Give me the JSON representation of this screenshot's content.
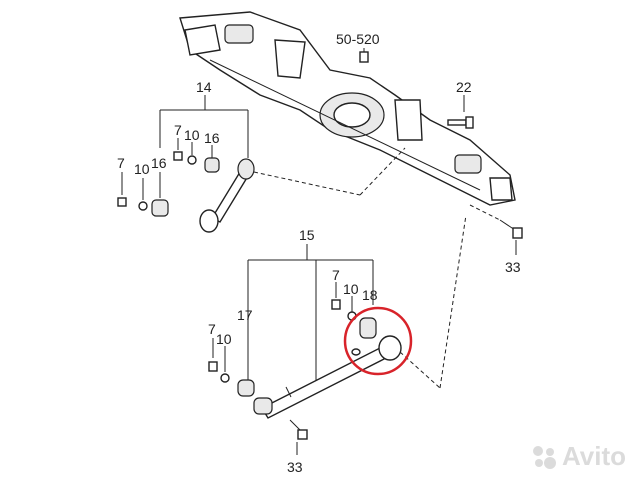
{
  "callouts": {
    "c50_520": "50-520",
    "c22": "22",
    "c14": "14",
    "c7a": "7",
    "c10a": "10",
    "c16a": "16",
    "c7b": "7",
    "c10b": "10",
    "c16b": "16",
    "c33a": "33",
    "c15": "15",
    "c7c": "7",
    "c10c": "10",
    "c18": "18",
    "c17": "17",
    "c7d": "7",
    "c10d": "10",
    "c33b": "33"
  },
  "highlight": {
    "color": "#d8232a",
    "target": "18"
  },
  "watermark": {
    "text": "Avito",
    "color": "#9a9a9a"
  }
}
